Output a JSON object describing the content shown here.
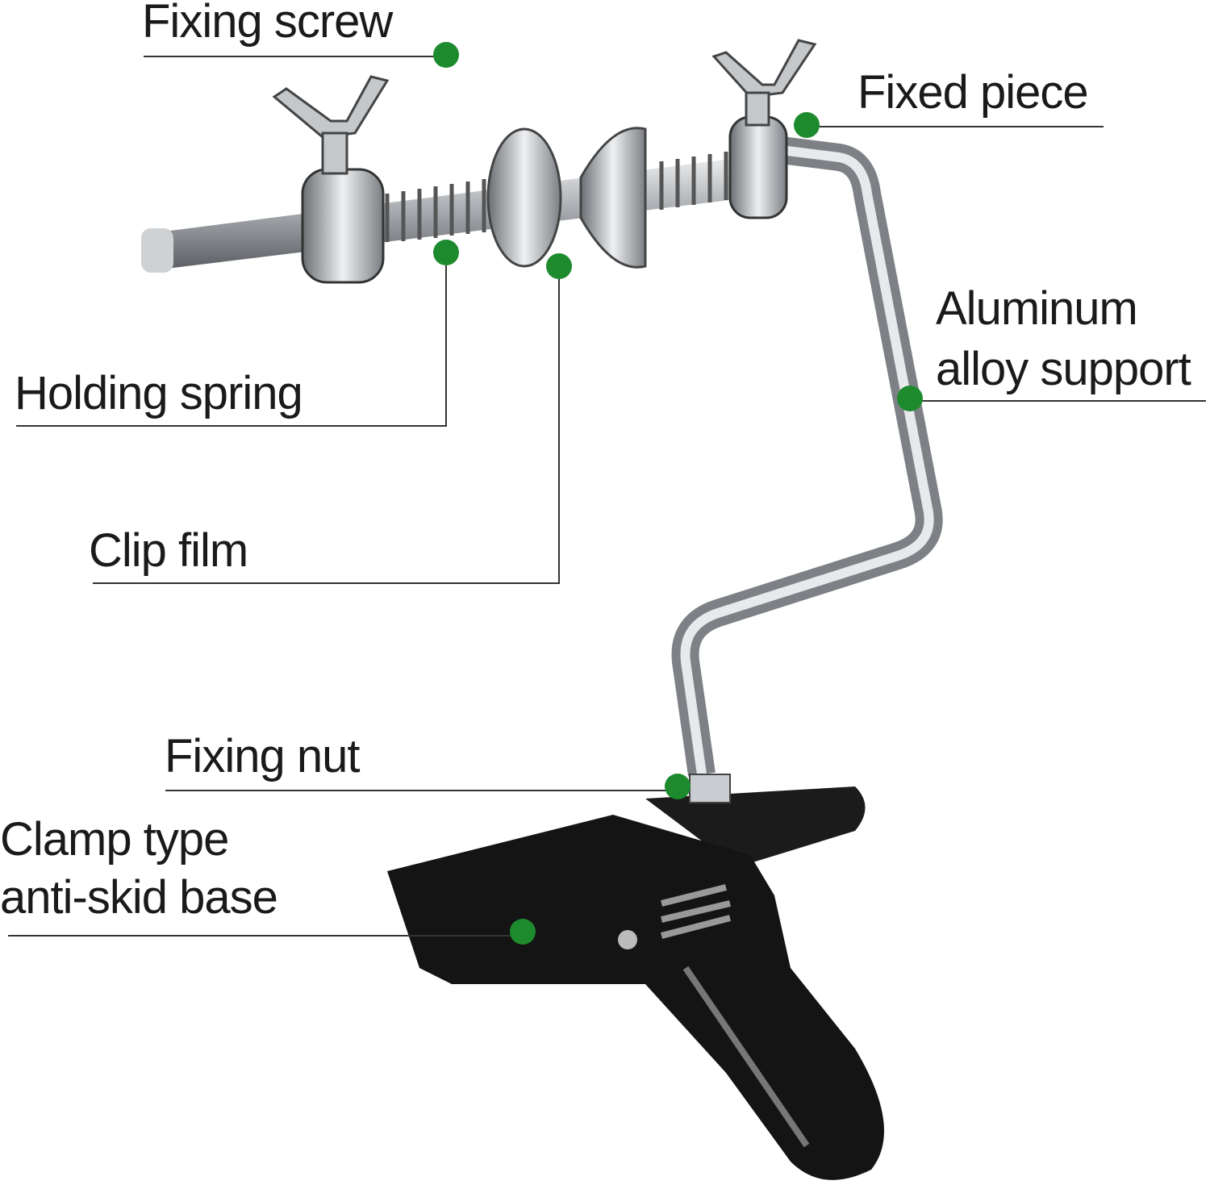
{
  "diagram": {
    "labels": {
      "fixing_screw": "Fixing screw",
      "fixed_piece": "Fixed piece",
      "holding_spring": "Holding spring",
      "clip_film": "Clip film",
      "aluminum_line1": "Aluminum",
      "aluminum_line2": "alloy support",
      "fixing_nut": "Fixing nut",
      "clamp_line1": "Clamp type",
      "clamp_line2": "anti-skid base"
    },
    "colors": {
      "marker": "#1e8a2e",
      "leader_line": "#333333",
      "metal": "#b8bcc0",
      "clamp": "#111111"
    }
  }
}
